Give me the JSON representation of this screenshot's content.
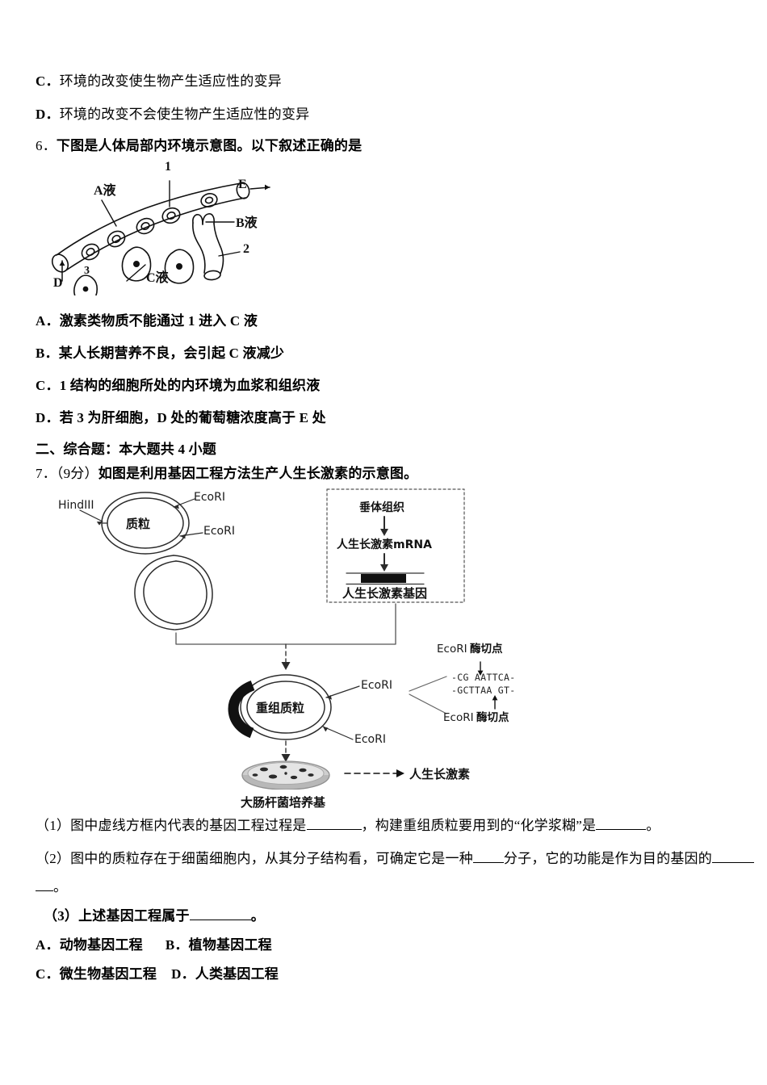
{
  "document": {
    "type": "exam-paper",
    "language": "zh-CN"
  },
  "question5": {
    "options": [
      {
        "letter": "C．",
        "text": "环境的改变使生物产生适应性的变异"
      },
      {
        "letter": "D．",
        "text": "环境的改变不会使生物产生适应性的变异"
      }
    ]
  },
  "question6": {
    "number": "6．",
    "stem": "下图是人体局部内环境示意图。以下叙述正确的是",
    "figure": {
      "name": "人体局部内环境示意图",
      "labels": {
        "a_fluid": "A液",
        "b_fluid": "B液",
        "c_fluid": "C液",
        "point_d": "D",
        "point_e": "E",
        "num1": "1",
        "num2": "2",
        "num3": "3"
      }
    },
    "options": [
      {
        "letter": "A．",
        "text": "激素类物质不能通过 1 进入 C 液"
      },
      {
        "letter": "B．",
        "text": "某人长期营养不良，会引起 C 液减少"
      },
      {
        "letter": "C．",
        "text": "1 结构的细胞所处的内环境为血浆和组织液"
      },
      {
        "letter": "D．",
        "text": "若 3 为肝细胞，D 处的葡萄糖浓度高于 E 处"
      }
    ]
  },
  "section2": {
    "heading": "二、综合题：本大题共 4 小题"
  },
  "question7": {
    "number": "7．",
    "score": "（9分）",
    "stem": "如图是利用基因工程方法生产人生长激素的示意图。",
    "figure": {
      "name": "基因工程生产人生长激素示意图",
      "plasmid_label": "质粒",
      "recombinant_label": "重组质粒",
      "enzymes": {
        "hindiii": "HindIII",
        "ecori": "EcoRI"
      },
      "ecori_sites": [
        "EcoRI",
        "EcoRI",
        "EcoRI",
        "EcoRI"
      ],
      "dashed_box": {
        "tissue": "垂体组织",
        "mrna": "人生长激素mRNA",
        "gene": "人生长激素基因"
      },
      "cut_site_top_label": "EcoRI",
      "cut_site_top_text": "酶切点",
      "cut_site_bottom_label": "EcoRI",
      "cut_site_bottom_text": "酶切点",
      "dna_top_strand": "-CG AATTCA-",
      "dna_bottom_strand": "-GCTTAA GT-",
      "culture": "大肠杆菌培养基",
      "product": "人生长激素"
    },
    "subquestions": [
      {
        "number": "（1）",
        "line1_a": "图中虚线方框内代表的基因工程过程是",
        "line1_blank1_width": 68,
        "line1_b": "，构建重组质粒要用到的“化学浆糊”是",
        "line1_blank2_width": 62,
        "line1_c": "。"
      },
      {
        "number": "（2）",
        "line1_a": "图中的质粒存在于细菌细胞内，从其分子结构看，可确定它是一种",
        "line1_blank1_width": 38,
        "line1_b": "分子，它的功能是作为目的基因的",
        "line1_blank2_width": 52,
        "line2_blank_width": 22,
        "line2_text": "。"
      },
      {
        "number": "（3）",
        "text_a": "上述基因工程属于",
        "blank_width": 76,
        "text_b": "。"
      }
    ],
    "choices": [
      {
        "letter": "A．",
        "text": "动物基因工程"
      },
      {
        "letter": "B．",
        "text": "植物基因工程"
      },
      {
        "letter": "C．",
        "text": "微生物基因工程"
      },
      {
        "letter": "D．",
        "text": "人类基因工程"
      }
    ]
  },
  "colors": {
    "ink": "#000000",
    "figure_ink": "#1a1a1a",
    "dish_fill": "#c9c9c9",
    "dish_rim": "#9a9a9a",
    "gene_bar": "#111111"
  }
}
